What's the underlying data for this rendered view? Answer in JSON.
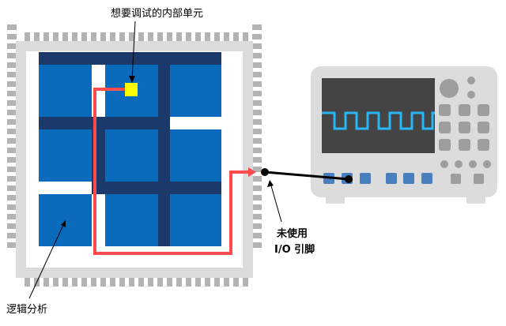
{
  "labels": {
    "internal_unit": "想要调试的内部单元",
    "unused_io_line1": "未使用",
    "unused_io_line2": "I/O 引脚",
    "logic_analysis": "逻辑分析"
  },
  "colors": {
    "pin": "#b3b3b3",
    "package_frame": "#dcdcdc",
    "die_border": "#ffffff",
    "routing": "#1b3a6b",
    "logic_block": "#0a6bbd",
    "target_unit": "#ffff00",
    "signal_wire": "#ff4b4b",
    "probe_wire": "#000000",
    "scope_body": "#dcdcdc",
    "scope_screen": "#444444",
    "scope_trace": "#29b6f6",
    "scope_knob": "#9e9e9e",
    "scope_button_gray": "#9e9e9e",
    "scope_button_blue": "#4a7fbf",
    "annotation": "#000000"
  },
  "icons": {
    "chip": "fpga-chip-icon",
    "oscilloscope": "oscilloscope-icon"
  }
}
